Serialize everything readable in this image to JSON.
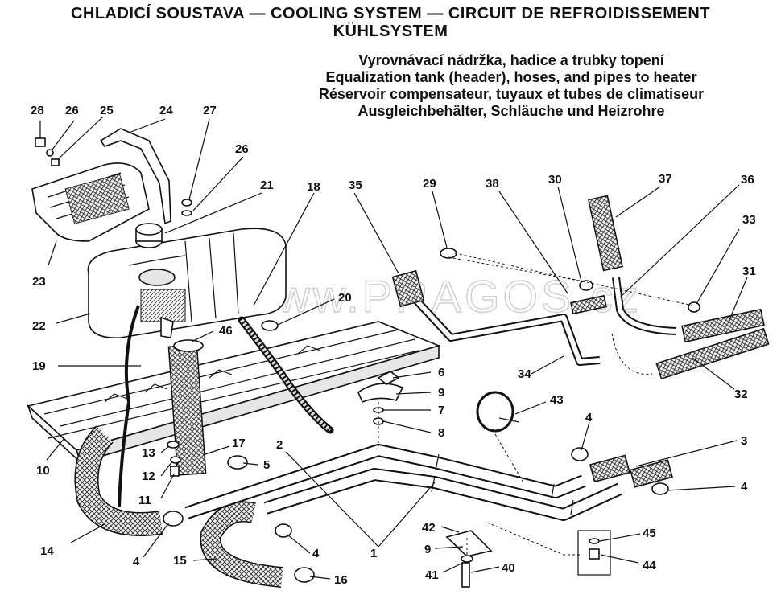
{
  "header": {
    "title_line1": "CHLADICÍ SOUSTAVA — COOLING SYSTEM — CIRCUIT DE REFROIDISSEMENT",
    "title_line2": "KÜHLSYSTEM"
  },
  "subtitle": {
    "cs": "Vyrovnávací nádržka, hadice a trubky topení",
    "en": "Equalization tank (header), hoses, and pipes to heater",
    "fr": "Réservoir compensateur, tuyaux et tubes de climatiseur",
    "de": "Ausgleichbehälter, Schläuche und Heizrohre"
  },
  "watermark": "www.PRAGOS.cz",
  "callouts": {
    "n28": "28",
    "n26a": "26",
    "n25": "25",
    "n24": "24",
    "n27": "27",
    "n26b": "26",
    "n21": "21",
    "n18": "18",
    "n35": "35",
    "n29": "29",
    "n38": "38",
    "n30": "30",
    "n37": "37",
    "n36": "36",
    "n33": "33",
    "n31": "31",
    "n23": "23",
    "n22": "22",
    "n20": "20",
    "n46": "46",
    "n19": "19",
    "n6": "6",
    "n9a": "9",
    "n7": "7",
    "n8": "8",
    "n34": "34",
    "n43": "43",
    "n32": "32",
    "n10": "10",
    "n13": "13",
    "n12": "12",
    "n11": "11",
    "n17": "17",
    "n5": "5",
    "n2": "2",
    "n4a": "4",
    "n3": "3",
    "n4b": "4",
    "n14": "14",
    "n4c": "4",
    "n15": "15",
    "n4d": "4",
    "n16": "16",
    "n1": "1",
    "n42": "42",
    "n9b": "9",
    "n45": "45",
    "n41": "41",
    "n40": "40",
    "n44": "44"
  }
}
